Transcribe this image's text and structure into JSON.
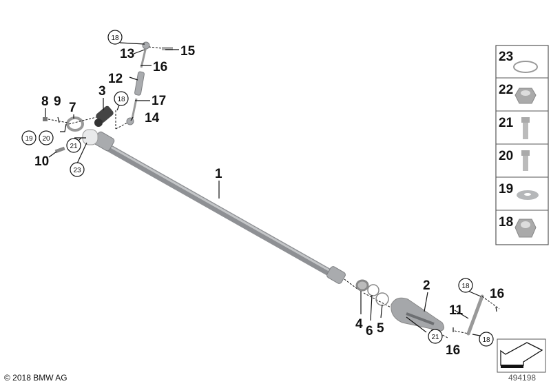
{
  "diagram_id": "494198",
  "copyright": "© 2018 BMW AG",
  "callouts": {
    "p1": "1",
    "p2": "2",
    "p3": "3",
    "p4": "4",
    "p5": "5",
    "p6": "6",
    "p7": "7",
    "p8": "8",
    "p9": "9",
    "p10": "10",
    "p11": "11",
    "p12": "12",
    "p13": "13",
    "p14": "14",
    "p15": "15",
    "p16a": "16",
    "p16b": "16",
    "p16c": "16",
    "p17": "17",
    "c18a": "18",
    "c18b": "18",
    "c18c": "18",
    "c18d": "18",
    "c19": "19",
    "c20": "20",
    "c21a": "21",
    "c21b": "21",
    "c23": "23"
  },
  "legend_panel": [
    {
      "number": "23",
      "part": "circlip"
    },
    {
      "number": "22",
      "part": "hex-nut"
    },
    {
      "number": "21",
      "part": "socket-head-screw"
    },
    {
      "number": "20",
      "part": "socket-head-screw"
    },
    {
      "number": "19",
      "part": "washer"
    },
    {
      "number": "18",
      "part": "self-locking-nut"
    }
  ]
}
